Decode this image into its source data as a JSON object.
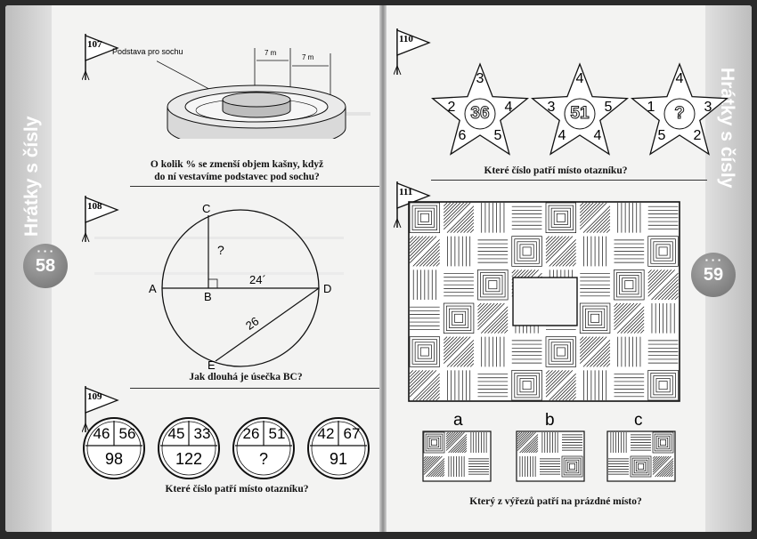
{
  "left_page": {
    "side_title": "Hrátky s čísly",
    "page_number": "58",
    "puzzles": [
      {
        "number": "107",
        "label": "Podstava pro sochu",
        "dim1": "7 m",
        "dim2": "7 m",
        "question_line1": "O kolik % se zmenší objem kašny, když",
        "question_line2": "do ní vestavíme podstavec pod sochu?"
      },
      {
        "number": "108",
        "points": {
          "a": "A",
          "b": "B",
          "c": "C",
          "d": "D",
          "e": "E"
        },
        "unknown": "?",
        "length_bd": "24´",
        "length_de": "26",
        "question": "Jak dlouhá je úsečka BC?"
      },
      {
        "number": "109",
        "circles": [
          {
            "top_left": "46",
            "top_right": "56",
            "bottom": "98"
          },
          {
            "top_left": "45",
            "top_right": "33",
            "bottom": "122"
          },
          {
            "top_left": "26",
            "top_right": "51",
            "bottom": "?"
          },
          {
            "top_left": "42",
            "top_right": "67",
            "bottom": "91"
          }
        ],
        "question": "Které číslo patří místo otazníku?"
      }
    ]
  },
  "right_page": {
    "side_title": "Hrátky s čísly",
    "page_number": "59",
    "puzzles": [
      {
        "number": "110",
        "stars": [
          {
            "top": "3",
            "left": "2",
            "right": "4",
            "bottom_left": "6",
            "bottom_right": "5",
            "center": "36"
          },
          {
            "top": "4",
            "left": "3",
            "right": "5",
            "bottom_left": "4",
            "bottom_right": "4",
            "center": "51"
          },
          {
            "top": "4",
            "left": "1",
            "right": "3",
            "bottom_left": "5",
            "bottom_right": "2",
            "center": "?"
          }
        ],
        "question": "Které číslo patří místo otazníku?"
      },
      {
        "number": "111",
        "options": [
          "a",
          "b",
          "c"
        ],
        "question": "Který z výřezů patří na prázdné místo?"
      }
    ]
  },
  "colors": {
    "tab": "#c8c8c8",
    "page": "#f3f3f2",
    "ink": "#111111"
  }
}
